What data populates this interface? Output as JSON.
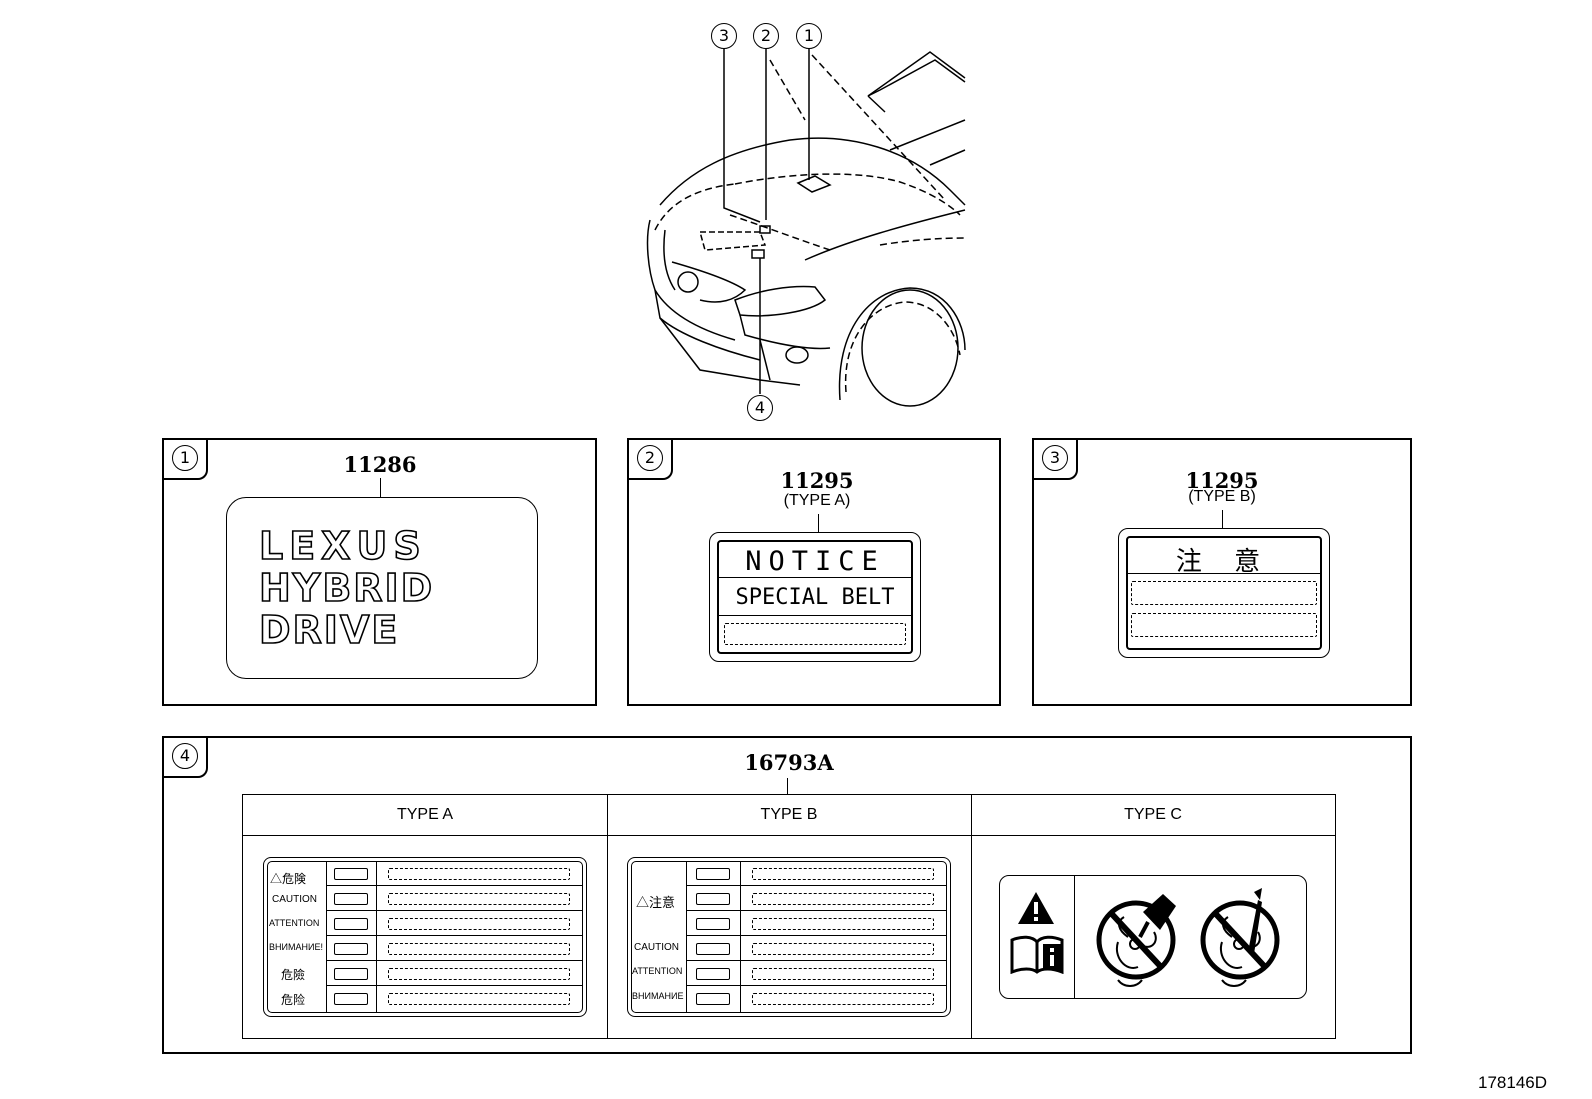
{
  "figure_id": "178146D",
  "callouts": [
    "1",
    "2",
    "3",
    "4"
  ],
  "panels": [
    {
      "number": "1",
      "part_number": "11286",
      "label_text": [
        "LEXUS",
        "HYBRID",
        "DRIVE"
      ]
    },
    {
      "number": "2",
      "part_number": "11295",
      "type": "(TYPE A)",
      "label_text": [
        "NOTICE",
        "SPECIAL BELT"
      ]
    },
    {
      "number": "3",
      "part_number": "11295",
      "type": "(TYPE B)",
      "label_text": [
        "注 意"
      ]
    },
    {
      "number": "4",
      "part_number": "16793A",
      "columns": [
        "TYPE A",
        "TYPE B",
        "TYPE C"
      ],
      "type_a_labels": [
        "危険",
        "CAUTION",
        "ATTENTION",
        "ВНИМАНИЕ!",
        "危險",
        "危险"
      ],
      "type_b_labels": [
        "注意",
        "CAUTION",
        "ATTENTION",
        "ВНИМАНИЕ"
      ]
    }
  ]
}
